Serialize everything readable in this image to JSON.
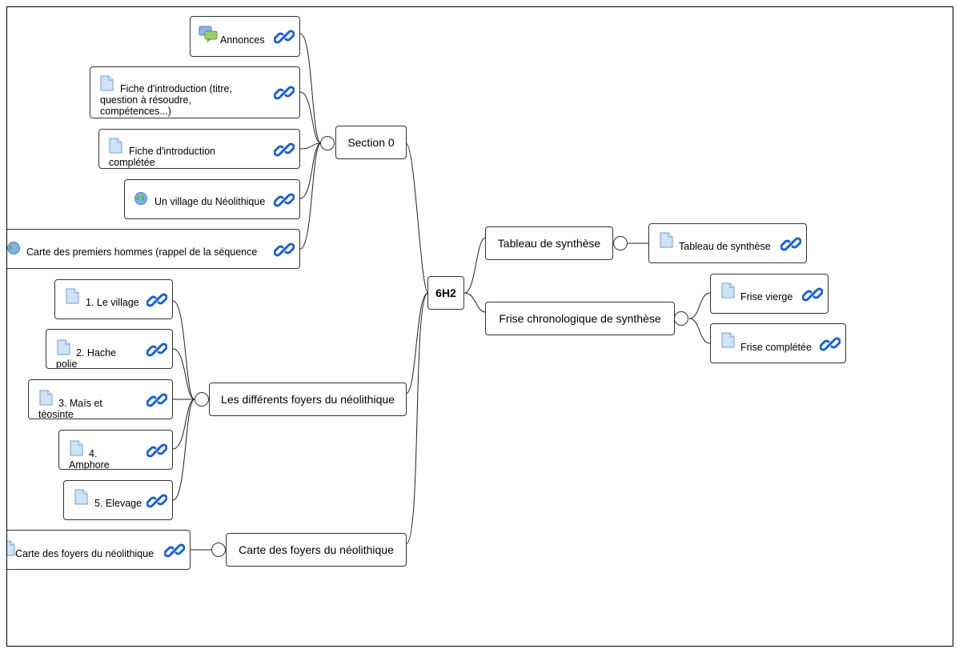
{
  "map": {
    "root": "6H2",
    "topics": {
      "section0": "Section 0",
      "tableau": "Tableau de synthèse",
      "frise": "Frise chronologique de synthèse",
      "foyers": "Les différents foyers du néolithique",
      "carte": "Carte des foyers du néolithique"
    },
    "resources": {
      "annonces": "Annonces",
      "fiche_intro": "Fiche d'introduction (titre, question à résoudre, compétences...)",
      "fiche_completee": "Fiche d'introduction complétée",
      "village": "Un village du Néolithique",
      "carte_hommes": "Carte des premiers hommes (rappel de la séquence",
      "tableau_res": "Tableau de synthèse",
      "frise_vierge": "Frise vierge",
      "frise_completee": "Frise complétée",
      "le_village": "1. Le village",
      "hache": "2. Hache polie",
      "mais": "3. Maïs et téosinte",
      "amphore": "4. Amphore",
      "elevage": "5. Elevage",
      "carte_foyers": "Carte des foyers du néolithique"
    }
  },
  "icons": {
    "forum": "forum-icon",
    "file": "file-icon",
    "url": "globe-icon",
    "link": "link-icon"
  },
  "colors": {
    "line": "#222222",
    "border": "#333333",
    "file_fill": "#cfe3f7",
    "file_stroke": "#6f9fd0",
    "link_blue": "#1a5fd0"
  }
}
